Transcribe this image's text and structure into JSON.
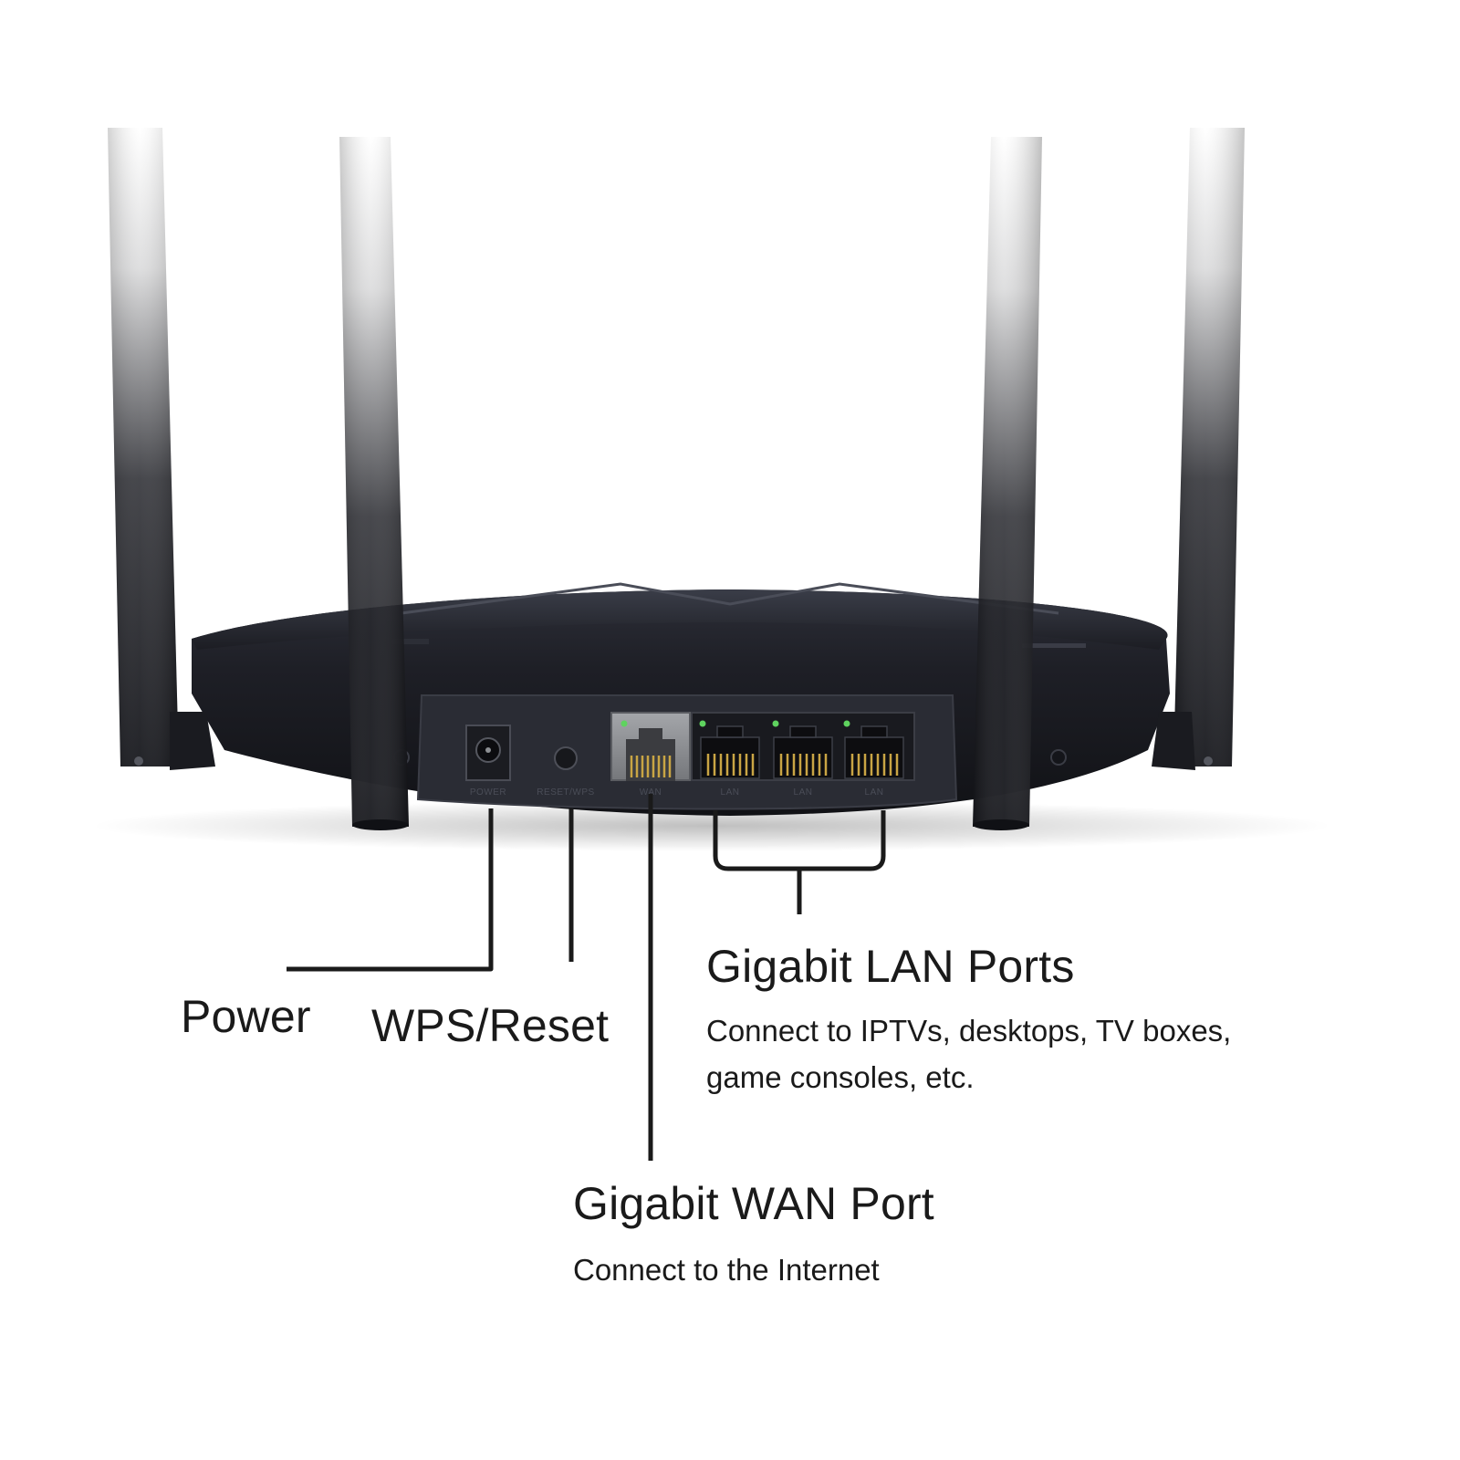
{
  "panel_labels": {
    "power": "POWER",
    "reset_wps": "RESET/WPS",
    "wan": "WAN",
    "lan": "LAN"
  },
  "callouts": {
    "power": {
      "title": "Power"
    },
    "wps_reset": {
      "title": "WPS/Reset"
    },
    "lan": {
      "title": "Gigabit LAN Ports",
      "desc_line1": "Connect to IPTVs, desktops, TV boxes,",
      "desc_line2": "game consoles, etc."
    },
    "wan": {
      "title": "Gigabit WAN Port",
      "desc": "Connect to the Internet"
    }
  },
  "colors": {
    "body": "#1b1c22",
    "panel": "#262830",
    "port_metal": "#8d8f93",
    "pins": "#c9a544",
    "led": "#5fd35f",
    "callout_line": "#1a1a1a"
  }
}
